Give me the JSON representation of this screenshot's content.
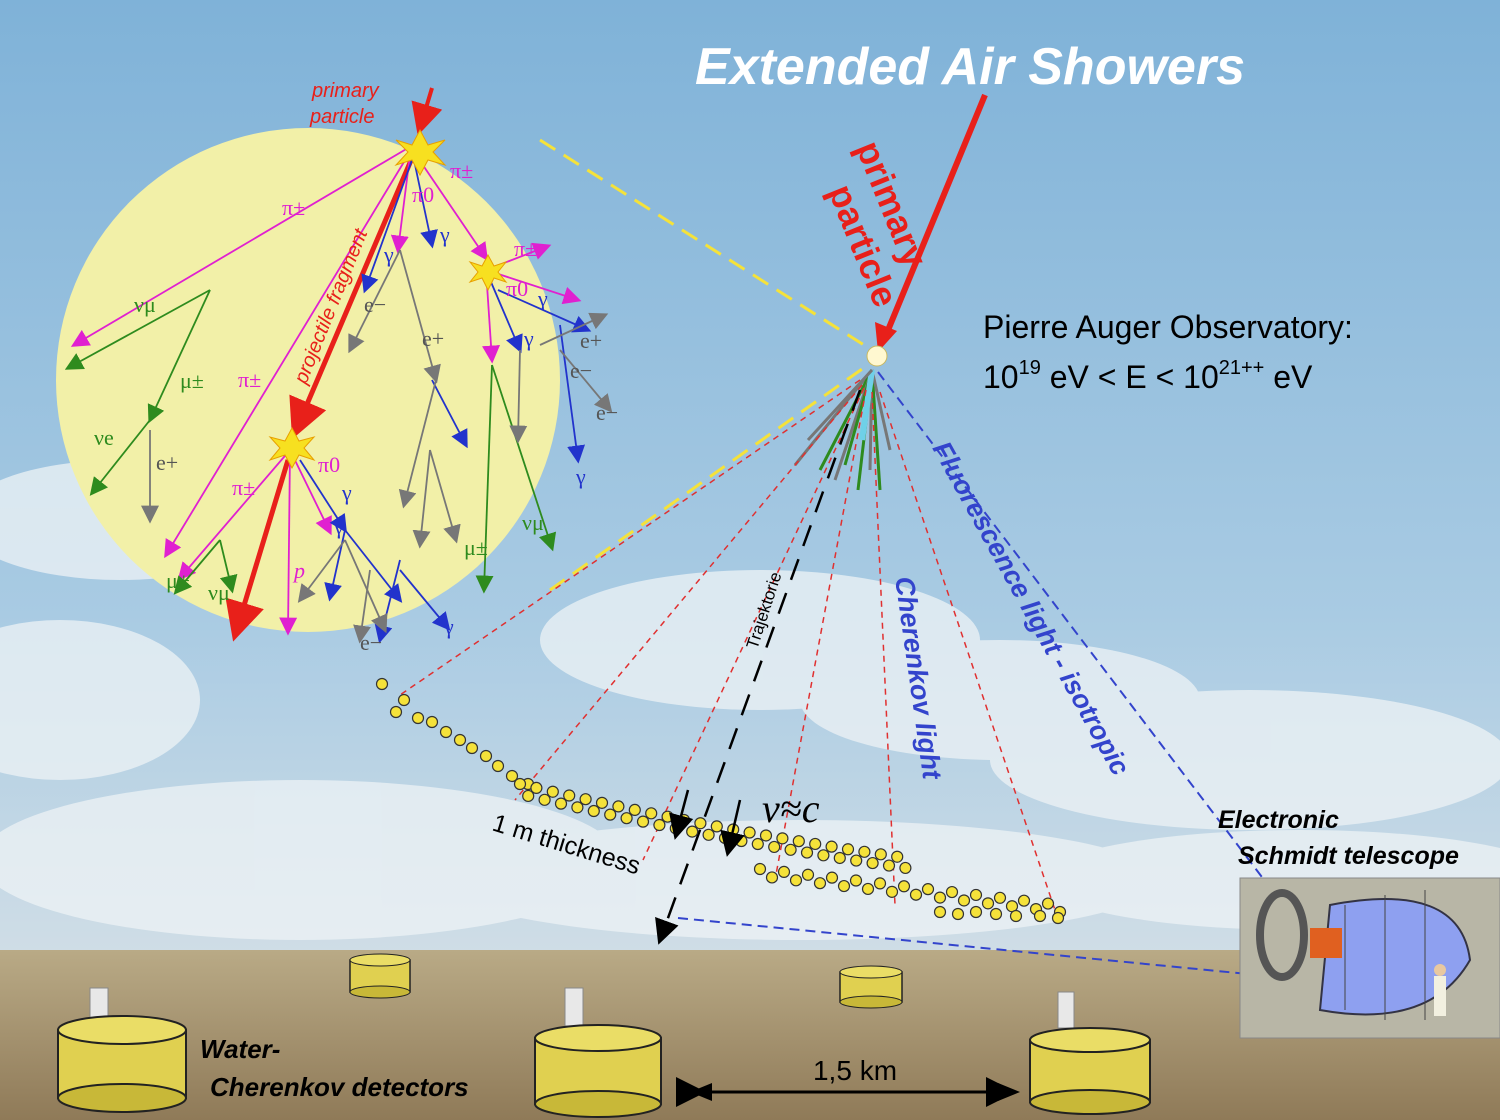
{
  "title": "Extended Air Showers",
  "primary_label_right": [
    "primary",
    "particle"
  ],
  "observatory": {
    "name": "Pierre Auger Observatory:",
    "range_lo_base": "10",
    "range_lo_exp": "19",
    "range_mid": " eV < E < 10",
    "range_hi_exp": "21++",
    "range_unit": " eV"
  },
  "inset": {
    "primary_label": [
      "primary",
      "particle"
    ],
    "fragment_label": "projectile fragment",
    "particles": {
      "pi_pm": "π±",
      "pi0": "π0",
      "gamma": "γ",
      "e_minus": "e−",
      "e_plus": "e+",
      "nu_mu": "νμ",
      "mu_pm": "μ±",
      "nu_e": "νe",
      "p": "p"
    }
  },
  "labels": {
    "trajectory": "Trajektorie",
    "velocity": "v≈c",
    "thickness": "1 m  thickness",
    "cherenkov": "Cherenkov light",
    "fluorescence": "Fluorescence light - isotropic",
    "telescope": [
      "Electronic",
      "Schmidt telescope"
    ],
    "water_detectors": [
      "Water-",
      "Cherenkov detectors"
    ],
    "distance": "1,5 km"
  },
  "colors": {
    "title": "#ffffff",
    "primary": "#e8201a",
    "pion": "#e020d0",
    "gamma": "#2233cc",
    "muon": "#2e8b1e",
    "electron": "#777777",
    "fluorescence": "#3344cc",
    "shower_front": "#f5e23a",
    "inset_fill": "#f2f0a8"
  }
}
